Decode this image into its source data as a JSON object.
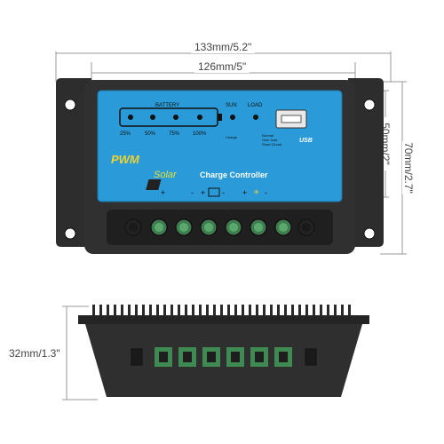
{
  "dimensions": {
    "total_width": "133mm/5.2\"",
    "inner_width": "126mm/5\"",
    "total_height": "70mm/2.7\"",
    "panel_height": "50mm/2\"",
    "depth": "32mm/1.3\""
  },
  "panel": {
    "battery_label": "BATTERY",
    "levels": [
      "25%",
      "50%",
      "75%",
      "100%"
    ],
    "sun_label": "SUN",
    "load_label": "LOAD",
    "charge_label": "Charge",
    "load_status": [
      "Normal",
      "Over load",
      "Short Circuit"
    ],
    "usb_label": "USB",
    "pwm_label": "PWM",
    "solar_label": "Solar",
    "controller_label": "Charge Controller"
  },
  "colors": {
    "panel_blue": "#2a9bd8",
    "housing": "#2b2b2b",
    "terminal_green": "#4fae6a"
  }
}
